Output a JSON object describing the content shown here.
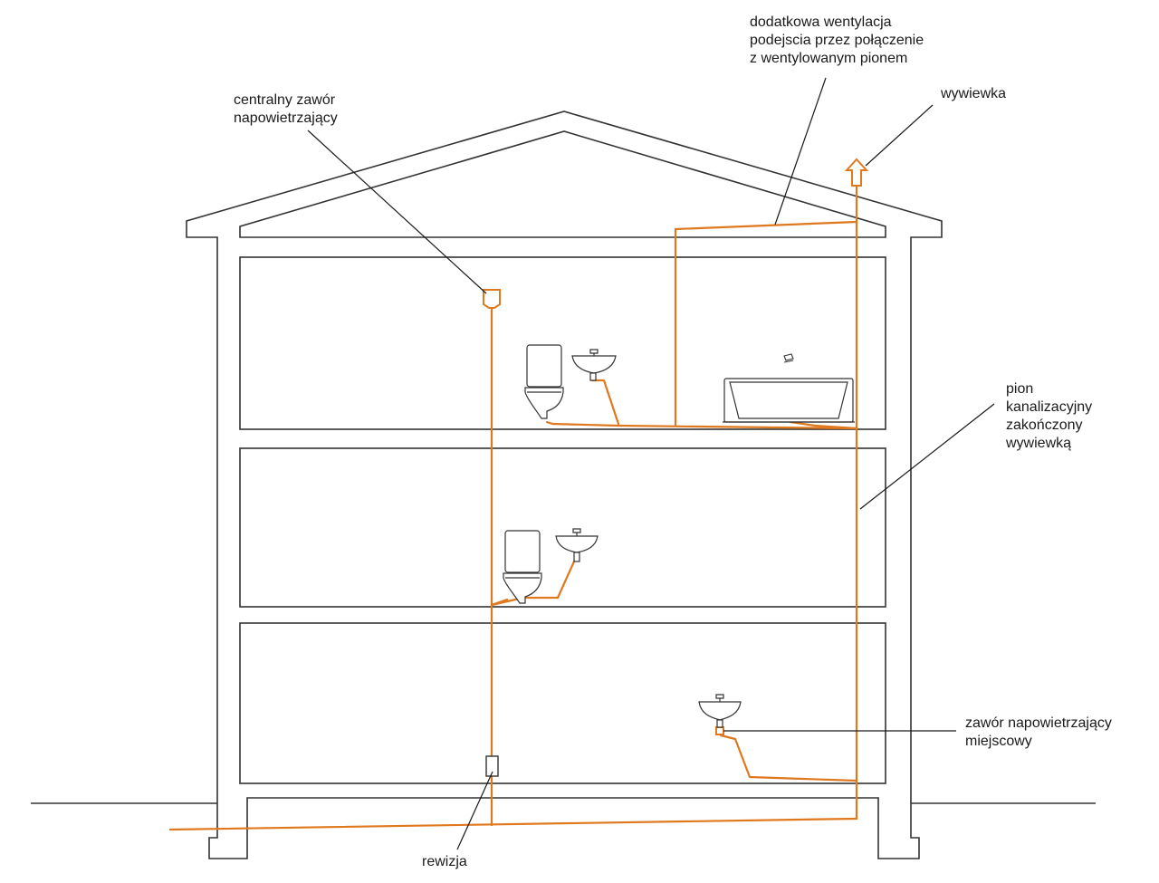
{
  "labels": {
    "additional_vent": [
      "dodatkowa wentylacja",
      "podejscia przez połączenie",
      "z wentylowanym pionem"
    ],
    "roof_vent": "wywiewka",
    "central_valve": [
      "centralny zawór",
      "napowietrzający"
    ],
    "stack": [
      "pion",
      "kanalizacyjny",
      "zakończony",
      "wywiewką"
    ],
    "local_valve": [
      "zawór napowietrzający",
      "miejscowy"
    ],
    "cleanout": "rewizja"
  },
  "colors": {
    "structure": "#333333",
    "pipe": "#e0781e",
    "fixture": "#333333",
    "text": "#1a1a1a"
  }
}
